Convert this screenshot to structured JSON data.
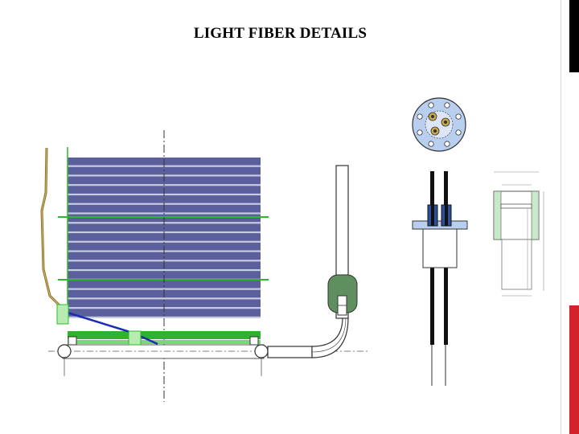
{
  "slide": {
    "title": "LIGHT FIBER DETAILS"
  },
  "colors": {
    "accent_top": "#000000",
    "accent_bottom": "#d3222a",
    "scintillator_fill": "#5b5f9c",
    "gap_stripe": "#c8cce0",
    "fiber_green": "#2fb82f",
    "support_green": "#2db32d",
    "connector_green": "#b6ecb0",
    "clamp_green": "#5f8f5f",
    "fiber_blue": "#1a2db3",
    "cable_brown": "#8a6a22",
    "flange_blue": "#b8cff0",
    "wheel_grey": "#cfcfcf"
  },
  "drawings": {
    "side_view": "scintillator-stack-side-view",
    "bent_guide": "light-guide-bend",
    "flange_top": "flange-top-view",
    "flange_section": "flange-section-view",
    "cap_detail": "cap-technical-detail"
  },
  "stack": {
    "strip_count": 17
  }
}
